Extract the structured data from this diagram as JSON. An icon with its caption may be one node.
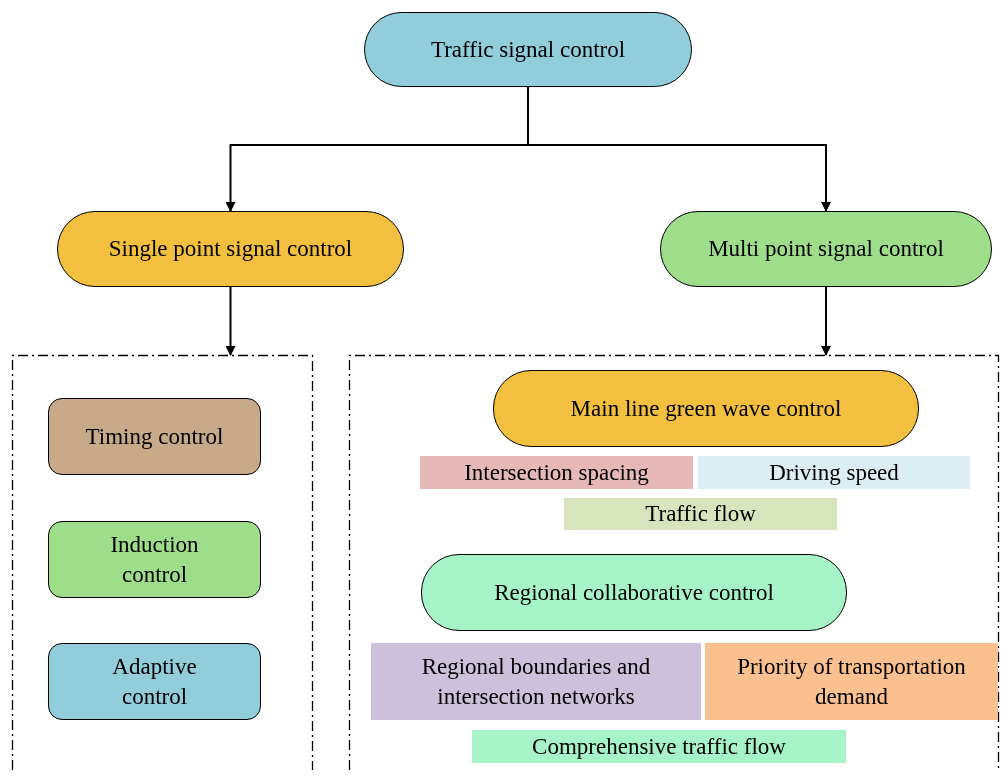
{
  "diagram": {
    "nodes": [
      {
        "text": [
          "Traffic signal control"
        ]
      },
      {
        "text": [
          "Single point signal control"
        ]
      },
      {
        "text": [
          "Multi point signal control"
        ]
      },
      {
        "text": [],
        "shape": "box"
      },
      {
        "text": [
          "Timing control"
        ],
        "in": 3
      },
      {
        "text": [
          "Induction control"
        ],
        "in": 3
      },
      {
        "text": [
          "Adaptive control"
        ],
        "in": 3
      },
      {
        "text": [],
        "shape": "box"
      },
      {
        "text": [
          "Main line green wave control"
        ],
        "in": 7
      },
      {
        "text": [
          "Intersection spacing"
        ],
        "in": 7
      },
      {
        "text": [
          "Driving speed"
        ],
        "in": 7
      },
      {
        "text": [
          "Traffic flow"
        ],
        "in": 7
      },
      {
        "text": [
          "Regional collaborative control"
        ],
        "in": 7
      },
      {
        "text": [
          "Regional boundaries and intersection networks"
        ],
        "in": 7
      },
      {
        "text": [
          "Priority of transportation demand"
        ],
        "in": 7
      },
      {
        "text": [
          "Comprehensive traffic flow"
        ],
        "in": 7
      }
    ],
    "edges": [
      {
        "from": 0,
        "to": 1,
        "arrow": "to"
      },
      {
        "from": 0,
        "to": 2,
        "arrow": "to"
      },
      {
        "from": 1,
        "to": 3,
        "arrow": "to"
      },
      {
        "from": 2,
        "to": 7,
        "arrow": "to"
      }
    ]
  }
}
